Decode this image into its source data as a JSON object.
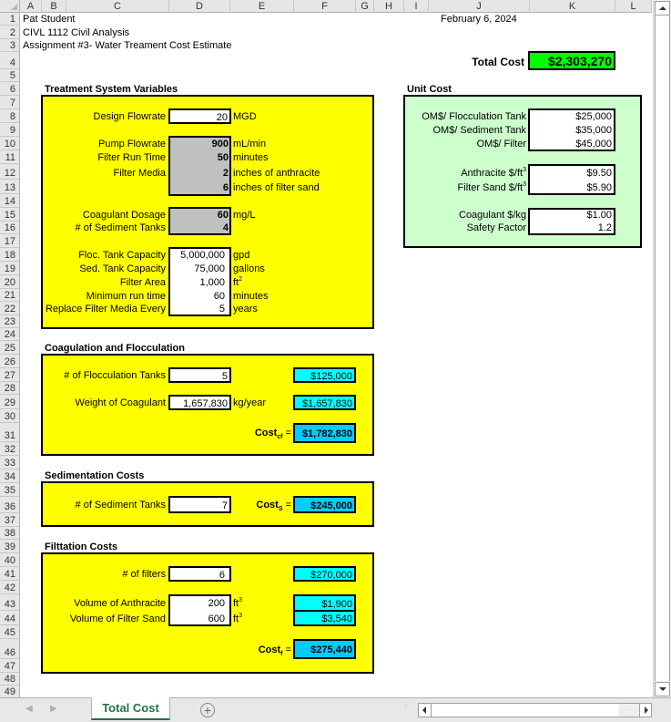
{
  "columns": [
    "A",
    "B",
    "C",
    "D",
    "E",
    "F",
    "G",
    "H",
    "I",
    "J",
    "K",
    "L"
  ],
  "rows": [
    "1",
    "2",
    "3",
    "4",
    "5",
    "6",
    "7",
    "8",
    "9",
    "10",
    "11",
    "12",
    "13",
    "14",
    "15",
    "16",
    "17",
    "18",
    "19",
    "20",
    "21",
    "22",
    "23",
    "24",
    "25",
    "26",
    "27",
    "28",
    "29",
    "30",
    "31",
    "32",
    "33",
    "34",
    "35",
    "36",
    "37",
    "38",
    "39",
    "40",
    "41",
    "42",
    "43",
    "44",
    "45",
    "46",
    "47",
    "48",
    "49"
  ],
  "header": {
    "name": "Pat Student",
    "course": "CIVL 1112 Civil Analysis",
    "assignment": "Assignment #3- Water Treament Cost Estimate",
    "date": "February 6, 2024",
    "total_cost_label": "Total Cost",
    "total_cost_value": "$2,303,270"
  },
  "treatment": {
    "title": "Treatment System Variables",
    "design_flowrate": {
      "label": "Design Flowrate",
      "value": "20",
      "unit": "MGD"
    },
    "pump_flowrate": {
      "label": "Pump Flowrate",
      "value": "900",
      "unit": "mL/min"
    },
    "filter_run_time": {
      "label": "Filter Run Time",
      "value": "50",
      "unit": "minutes"
    },
    "filter_media": {
      "label": "Filter Media",
      "value": "2",
      "unit": "inches of anthracite"
    },
    "filter_media2": {
      "value": "6",
      "unit": "inches of filter sand"
    },
    "coagulant_dosage": {
      "label": "Coagulant Dosage",
      "value": "60",
      "unit": "mg/L"
    },
    "sediment_tanks": {
      "label": "# of Sediment Tanks",
      "value": "4"
    },
    "floc_capacity": {
      "label": "Floc. Tank Capacity",
      "value": "5,000,000",
      "unit": "gpd"
    },
    "sed_capacity": {
      "label": "Sed. Tank Capacity",
      "value": "75,000",
      "unit": "gallons"
    },
    "filter_area": {
      "label": "Filter Area",
      "value": "1,000",
      "unit": "ft",
      "unit_sup": "2"
    },
    "min_run_time": {
      "label": "Minimum run time",
      "value": "60",
      "unit": "minutes"
    },
    "replace_media": {
      "label": "Replace Filter Media Every",
      "value": "5",
      "unit": "years"
    }
  },
  "unit_cost": {
    "title": "Unit Cost",
    "items": [
      {
        "label": "OM$/ Flocculation Tank",
        "value": "$25,000"
      },
      {
        "label": "OM$/ Sediment Tank",
        "value": "$35,000"
      },
      {
        "label": "OM$/ Filter",
        "value": "$45,000"
      },
      {
        "label": "Anthracite $/ft",
        "sup": "3",
        "value": "$9.50"
      },
      {
        "label": "Filter Sand $/ft",
        "sup": "3",
        "value": "$5.90"
      },
      {
        "label": "Coagulant $/kg",
        "value": "$1.00"
      },
      {
        "label": "Safety Factor",
        "value": "1.2"
      }
    ]
  },
  "coag": {
    "title": "Coagulation and Flocculation",
    "floc_tanks": {
      "label": "# of Flocculation Tanks",
      "value": "5",
      "cost": "$125,000"
    },
    "coag_weight": {
      "label": "Weight of Coagulant",
      "value": "1,657,830",
      "unit": "kg/year",
      "cost": "$1,657,830"
    },
    "total": {
      "label": "Cost",
      "sub": "cf",
      "eq": "=",
      "value": "$1,782,830"
    }
  },
  "sed": {
    "title": "Sedimentation Costs",
    "tanks": {
      "label": "# of Sediment Tanks",
      "value": "7"
    },
    "total": {
      "label": "Cost",
      "sub": "S",
      "eq": "=",
      "value": "$245,000"
    }
  },
  "filt": {
    "title": "Filttation Costs",
    "filters": {
      "label": "# of filters",
      "value": "6",
      "cost": "$270,000"
    },
    "anthracite": {
      "label": "Volume of Anthracite",
      "value": "200",
      "unit": "ft",
      "unit_sup": "3",
      "cost": "$1,900"
    },
    "sand": {
      "label": "Volume of Filter Sand",
      "value": "600",
      "unit": "ft",
      "unit_sup": "3",
      "cost": "$3,540"
    },
    "total": {
      "label": "Cost",
      "sub": "f",
      "eq": "=",
      "value": "$275,440"
    }
  },
  "sheet_tabs": {
    "active": "Total Cost",
    "add_label": "+"
  },
  "colors": {
    "yellow": "#ffff00",
    "green_panel": "#ccffcc",
    "cyan": "#00ffff",
    "blue": "#00ccff",
    "lime": "#00ff00",
    "tab_green": "#217346"
  }
}
